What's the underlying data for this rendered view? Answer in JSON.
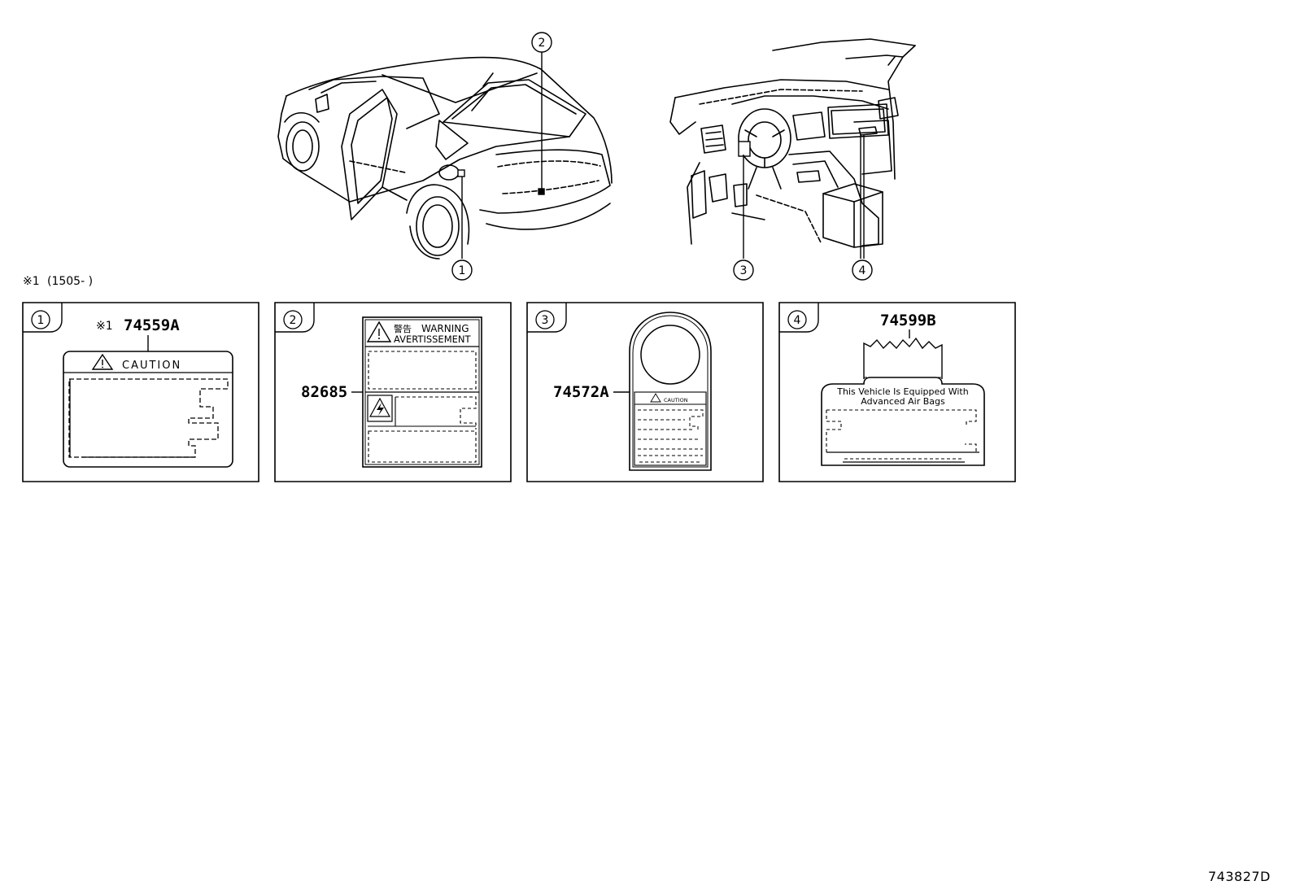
{
  "diagram": {
    "callouts": [
      "1",
      "2",
      "3",
      "4"
    ],
    "footnote": {
      "marker": "※1",
      "range": "(1505-      )"
    },
    "doc_id": "743827D"
  },
  "panels": [
    {
      "num": "1",
      "part_prefix": "※1",
      "part_no": "74559A",
      "label_title": "CAUTION",
      "icon": "warning-triangle-icon"
    },
    {
      "num": "2",
      "part_no": "82685",
      "label_title_jp": "警告",
      "label_title_1": "WARNING",
      "label_title_2": "AVERTISSEMENT",
      "icon": "warning-triangle-icon",
      "icon_2": "high-voltage-icon"
    },
    {
      "num": "3",
      "part_no": "74572A",
      "label_title": "CAUTION",
      "icon": "warning-triangle-icon"
    },
    {
      "num": "4",
      "part_no": "74599B",
      "label_line_1": "This Vehicle Is Equipped With",
      "label_line_2": "Advanced  Air  Bags"
    }
  ]
}
